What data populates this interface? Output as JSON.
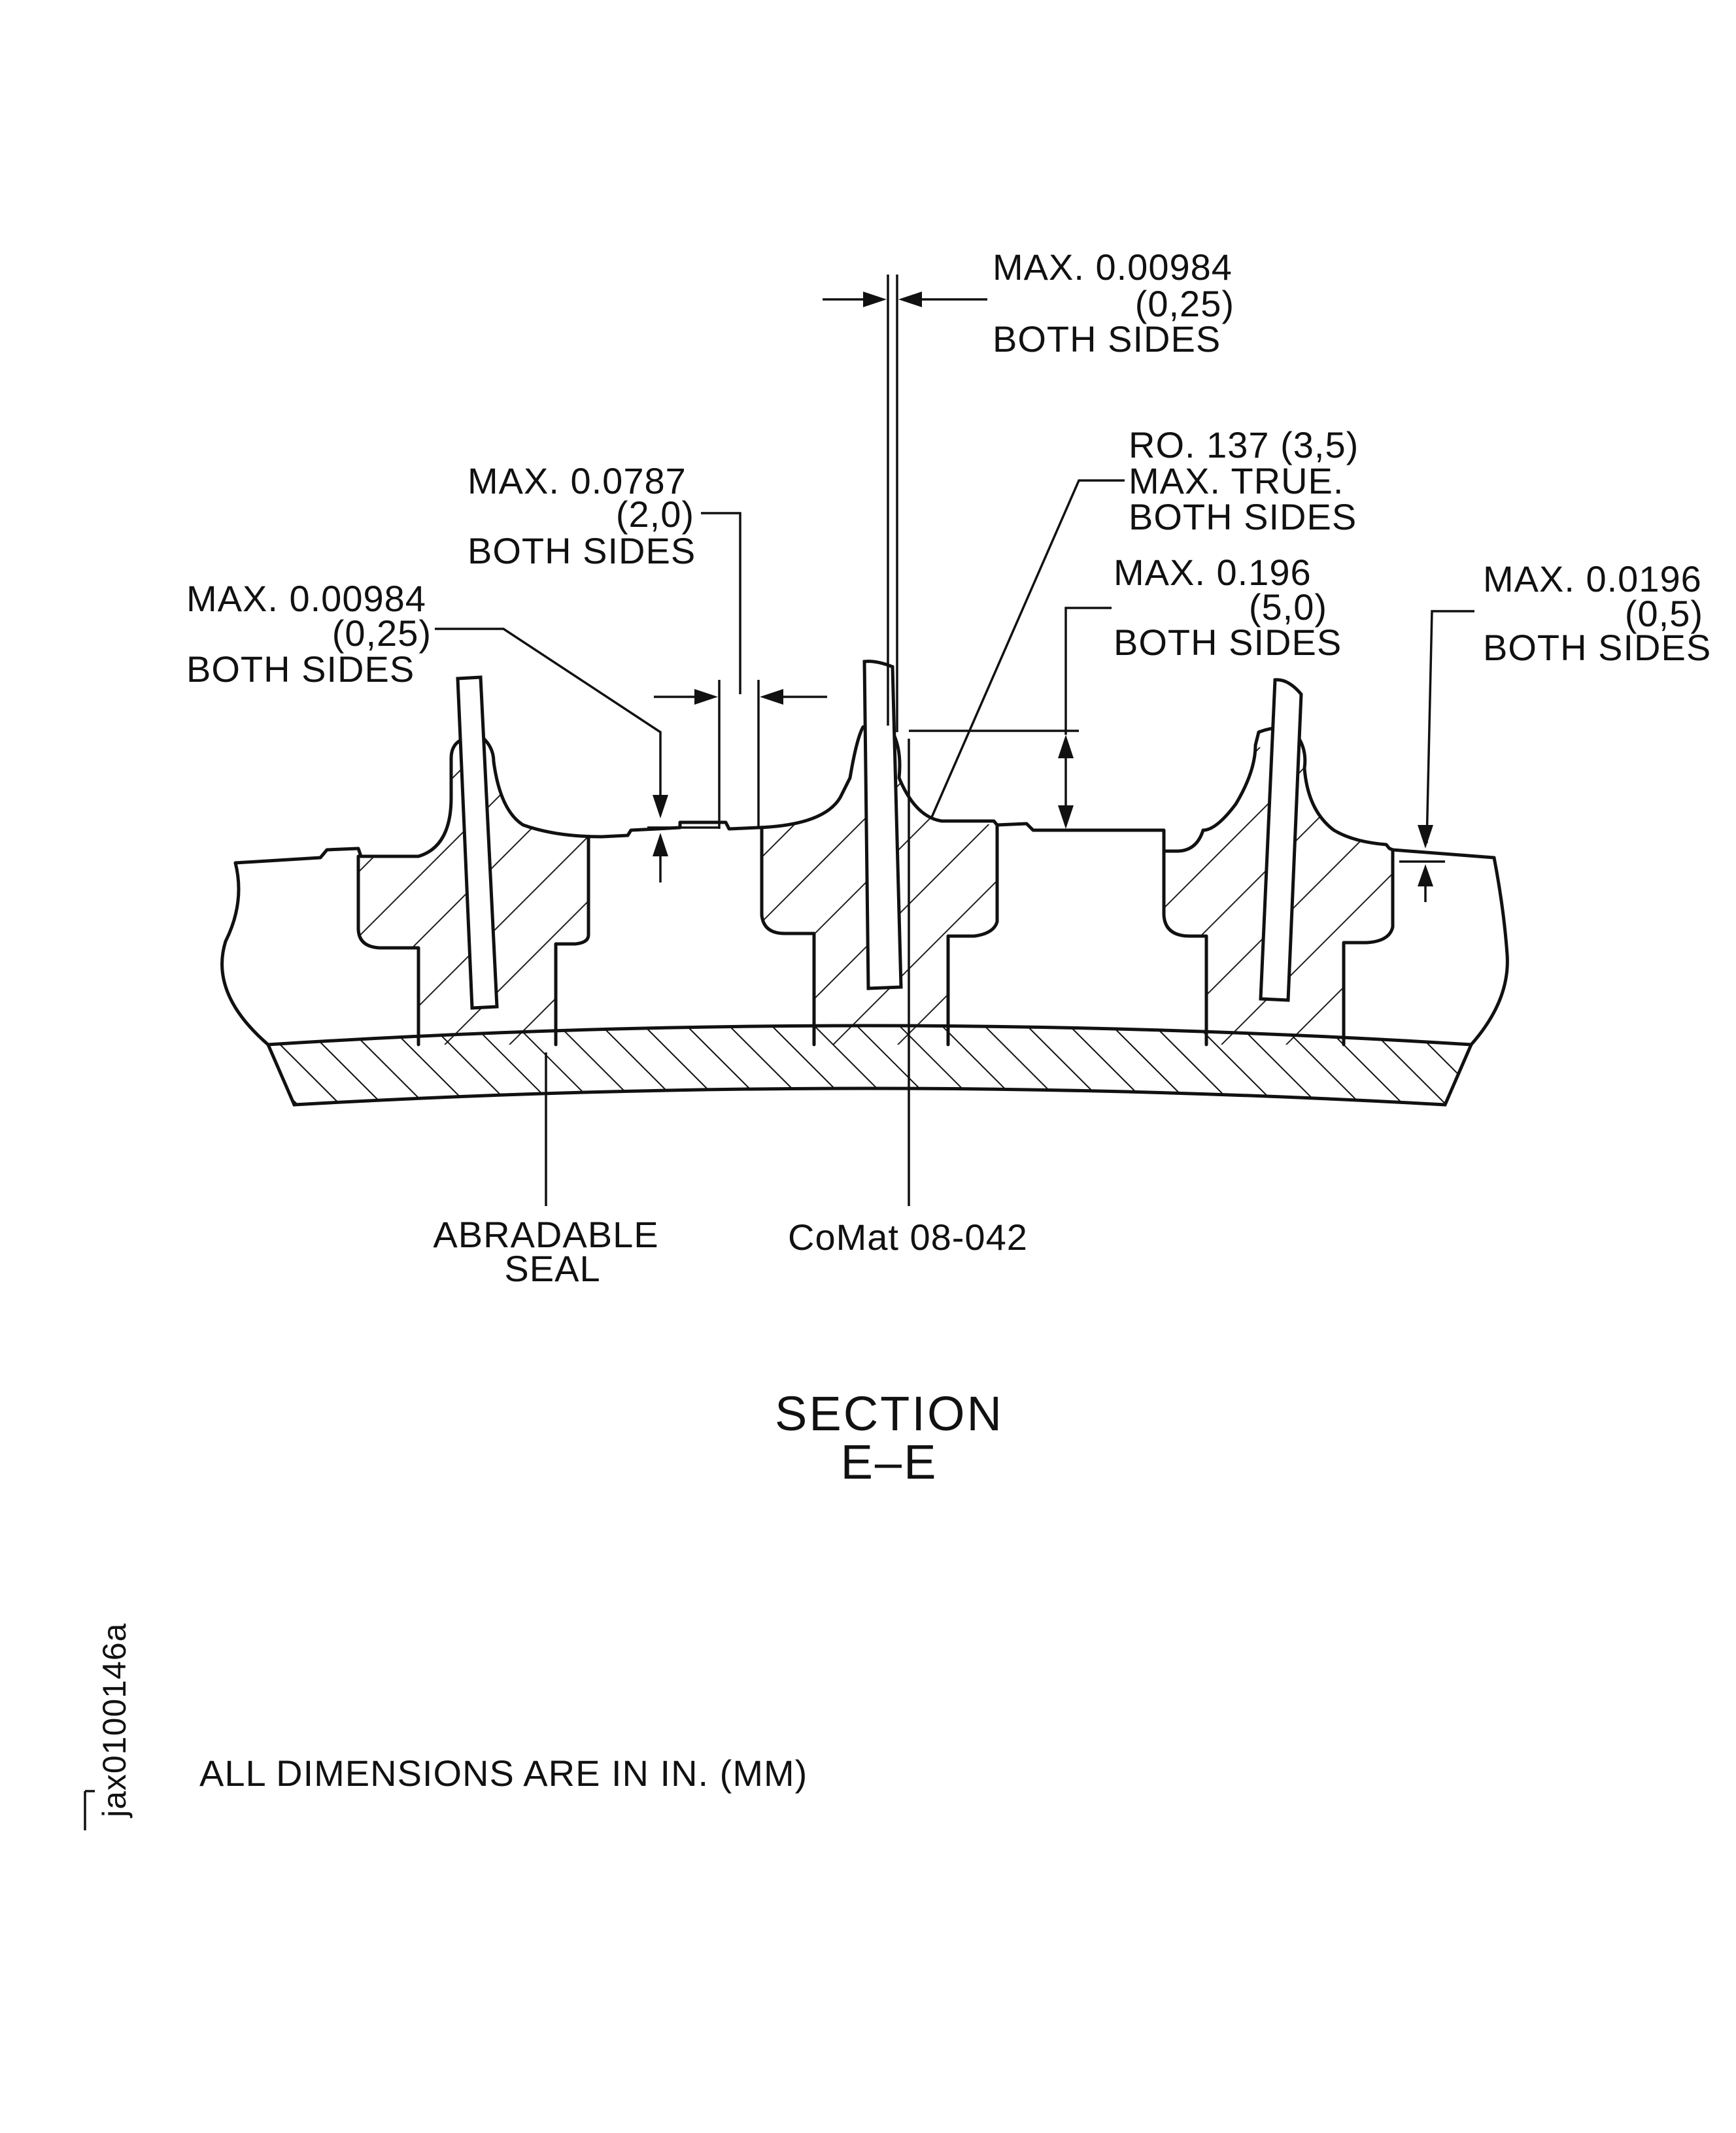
{
  "callouts": {
    "top_center": {
      "line1": "MAX. 0.00984",
      "line2": "(0,25)",
      "line3": "BOTH SIDES"
    },
    "radius": {
      "line1": "RO. 137 (3,5)",
      "line2": "MAX. TRUE.",
      "line3": "BOTH SIDES"
    },
    "mid_left": {
      "line1": "MAX. 0.0787",
      "line2": "(2,0)",
      "line3": "BOTH SIDES"
    },
    "far_left": {
      "line1": "MAX. 0.00984",
      "line2": "(0,25)",
      "line3": "BOTH SIDES"
    },
    "mid_right": {
      "line1": "MAX. 0.196",
      "line2": "(5,0)",
      "line3": "BOTH SIDES"
    },
    "far_right": {
      "line1": "MAX. 0.0196",
      "line2": "(0,5)",
      "line3": "BOTH SIDES"
    }
  },
  "bottom_labels": {
    "seal_line1": "ABRADABLE",
    "seal_line2": "SEAL",
    "comat": "CoMat 08-042"
  },
  "section": {
    "line1": "SECTION",
    "line2": "E–E"
  },
  "note": "ALL DIMENSIONS ARE IN IN. (MM)",
  "figure_id": "jax0100146a"
}
